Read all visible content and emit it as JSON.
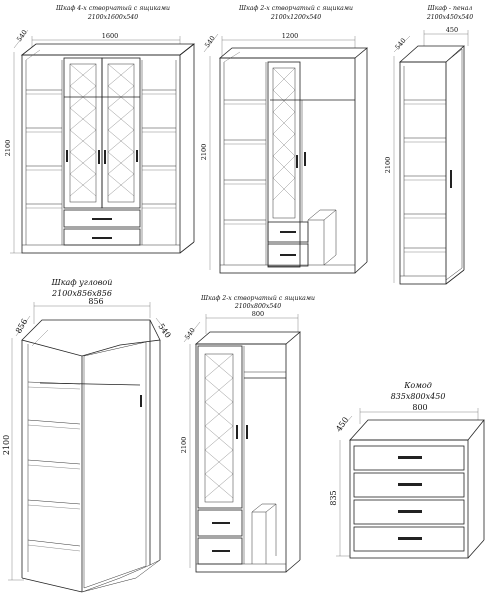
{
  "items": [
    {
      "title": "Шкаф 4-х створчатый с ящиками",
      "size": "2100х1600х540",
      "width": "1600",
      "height": "2100",
      "depth": "540"
    },
    {
      "title": "Шкаф 2-х створчатый с ящиками",
      "size": "2100х1200х540",
      "width": "1200",
      "height": "2100",
      "depth": "540"
    },
    {
      "title": "Шкаф - пенал",
      "size": "2100х450х540",
      "width": "450",
      "height": "2100",
      "depth": "540"
    },
    {
      "title": "Шкаф угловой",
      "size": "2100х856х856",
      "width": "856",
      "height": "2100",
      "depth_left": "856",
      "depth_right": "540"
    },
    {
      "title": "Шкаф 2-х створчатый с ящиками",
      "size": "2100х800х540",
      "width": "800",
      "height": "2100",
      "depth": "540"
    },
    {
      "title": "Комод",
      "size": "835х800х450",
      "width": "800",
      "height": "835",
      "depth": "450"
    }
  ]
}
